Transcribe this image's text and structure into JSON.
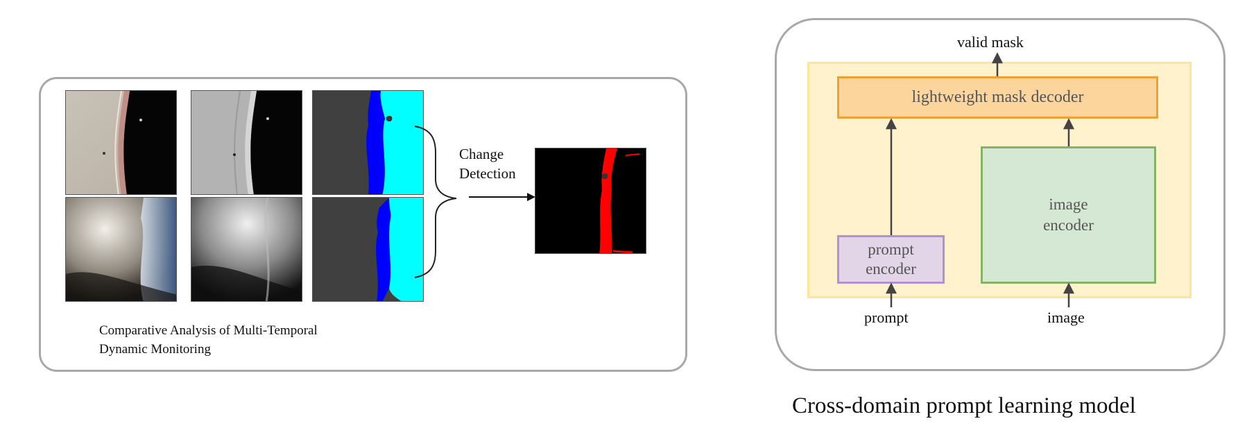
{
  "left_panel": {
    "caption_line1": "Comparative Analysis of Multi-Temporal",
    "caption_line2": "Dynamic Monitoring",
    "change_label_line1": "Change",
    "change_label_line2": "Detection"
  },
  "right_panel": {
    "output_label": "valid mask",
    "decoder_label": "lightweight mask decoder",
    "prompt_encoder_line1": "prompt",
    "prompt_encoder_line2": "encoder",
    "image_encoder_line1": "image",
    "image_encoder_line2": "encoder",
    "prompt_input_label": "prompt",
    "image_input_label": "image",
    "title": "Cross-domain prompt learning model"
  },
  "colors": {
    "panel_border": "#a8a8a8",
    "inner_bg": "#fff2cc",
    "inner_border": "#ffe599",
    "decoder_fill": "#fbd59b",
    "decoder_border": "#f0a030",
    "prompt_fill": "#e1d5e7",
    "prompt_border": "#b58fd0",
    "image_fill": "#d5e8d4",
    "image_border": "#82b366",
    "water_cyan": "#00ffff",
    "water_blue": "#0000ff",
    "land_gray": "#404040",
    "change_red": "#ff0000"
  }
}
